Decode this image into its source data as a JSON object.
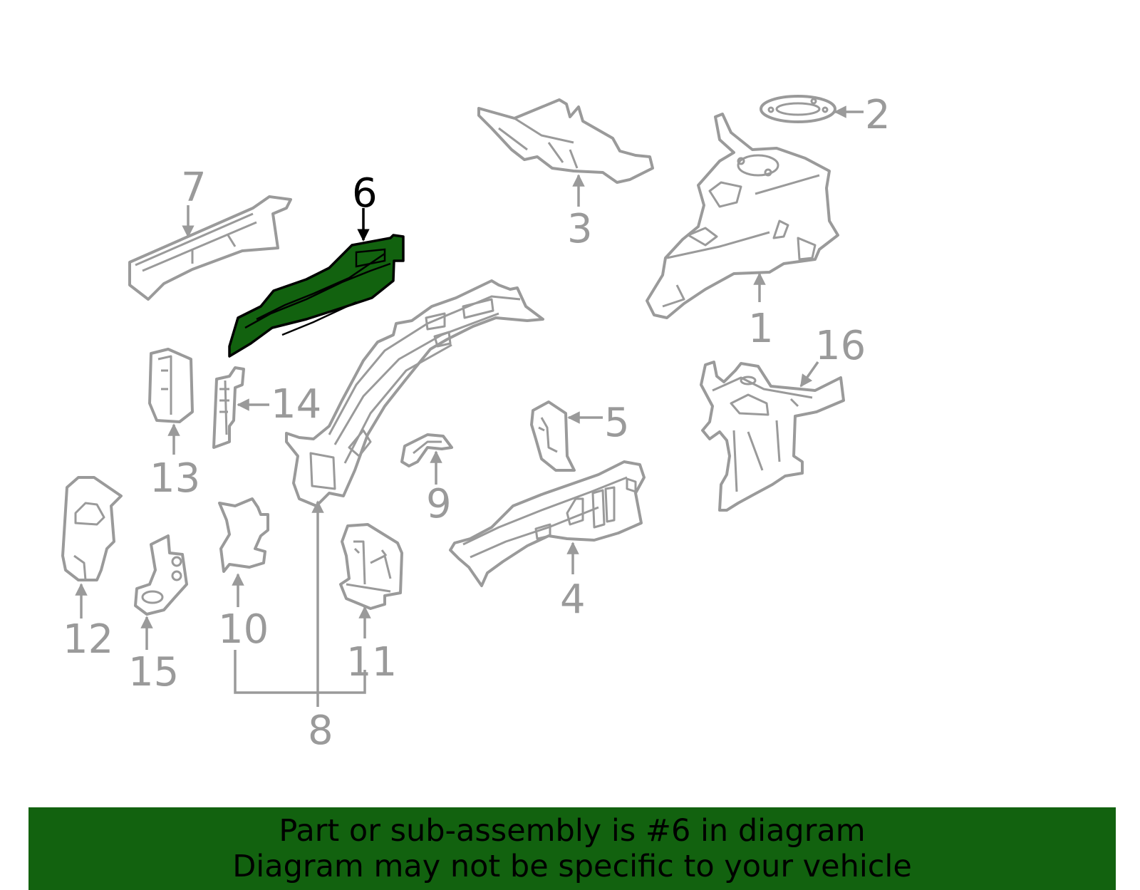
{
  "highlight_color": "#12620f",
  "part_outline_color": "#9a9a9a",
  "callouts": {
    "c1": "1",
    "c2": "2",
    "c3": "3",
    "c4": "4",
    "c5": "5",
    "c6": "6",
    "c7": "7",
    "c8": "8",
    "c9": "9",
    "c10": "10",
    "c11": "11",
    "c12": "12",
    "c13": "13",
    "c14": "14",
    "c15": "15",
    "c16": "16"
  },
  "highlighted_part": "6",
  "banner": {
    "line1": "Part or sub-assembly is #6 in diagram",
    "line2": "Diagram may not be specific to your vehicle"
  }
}
